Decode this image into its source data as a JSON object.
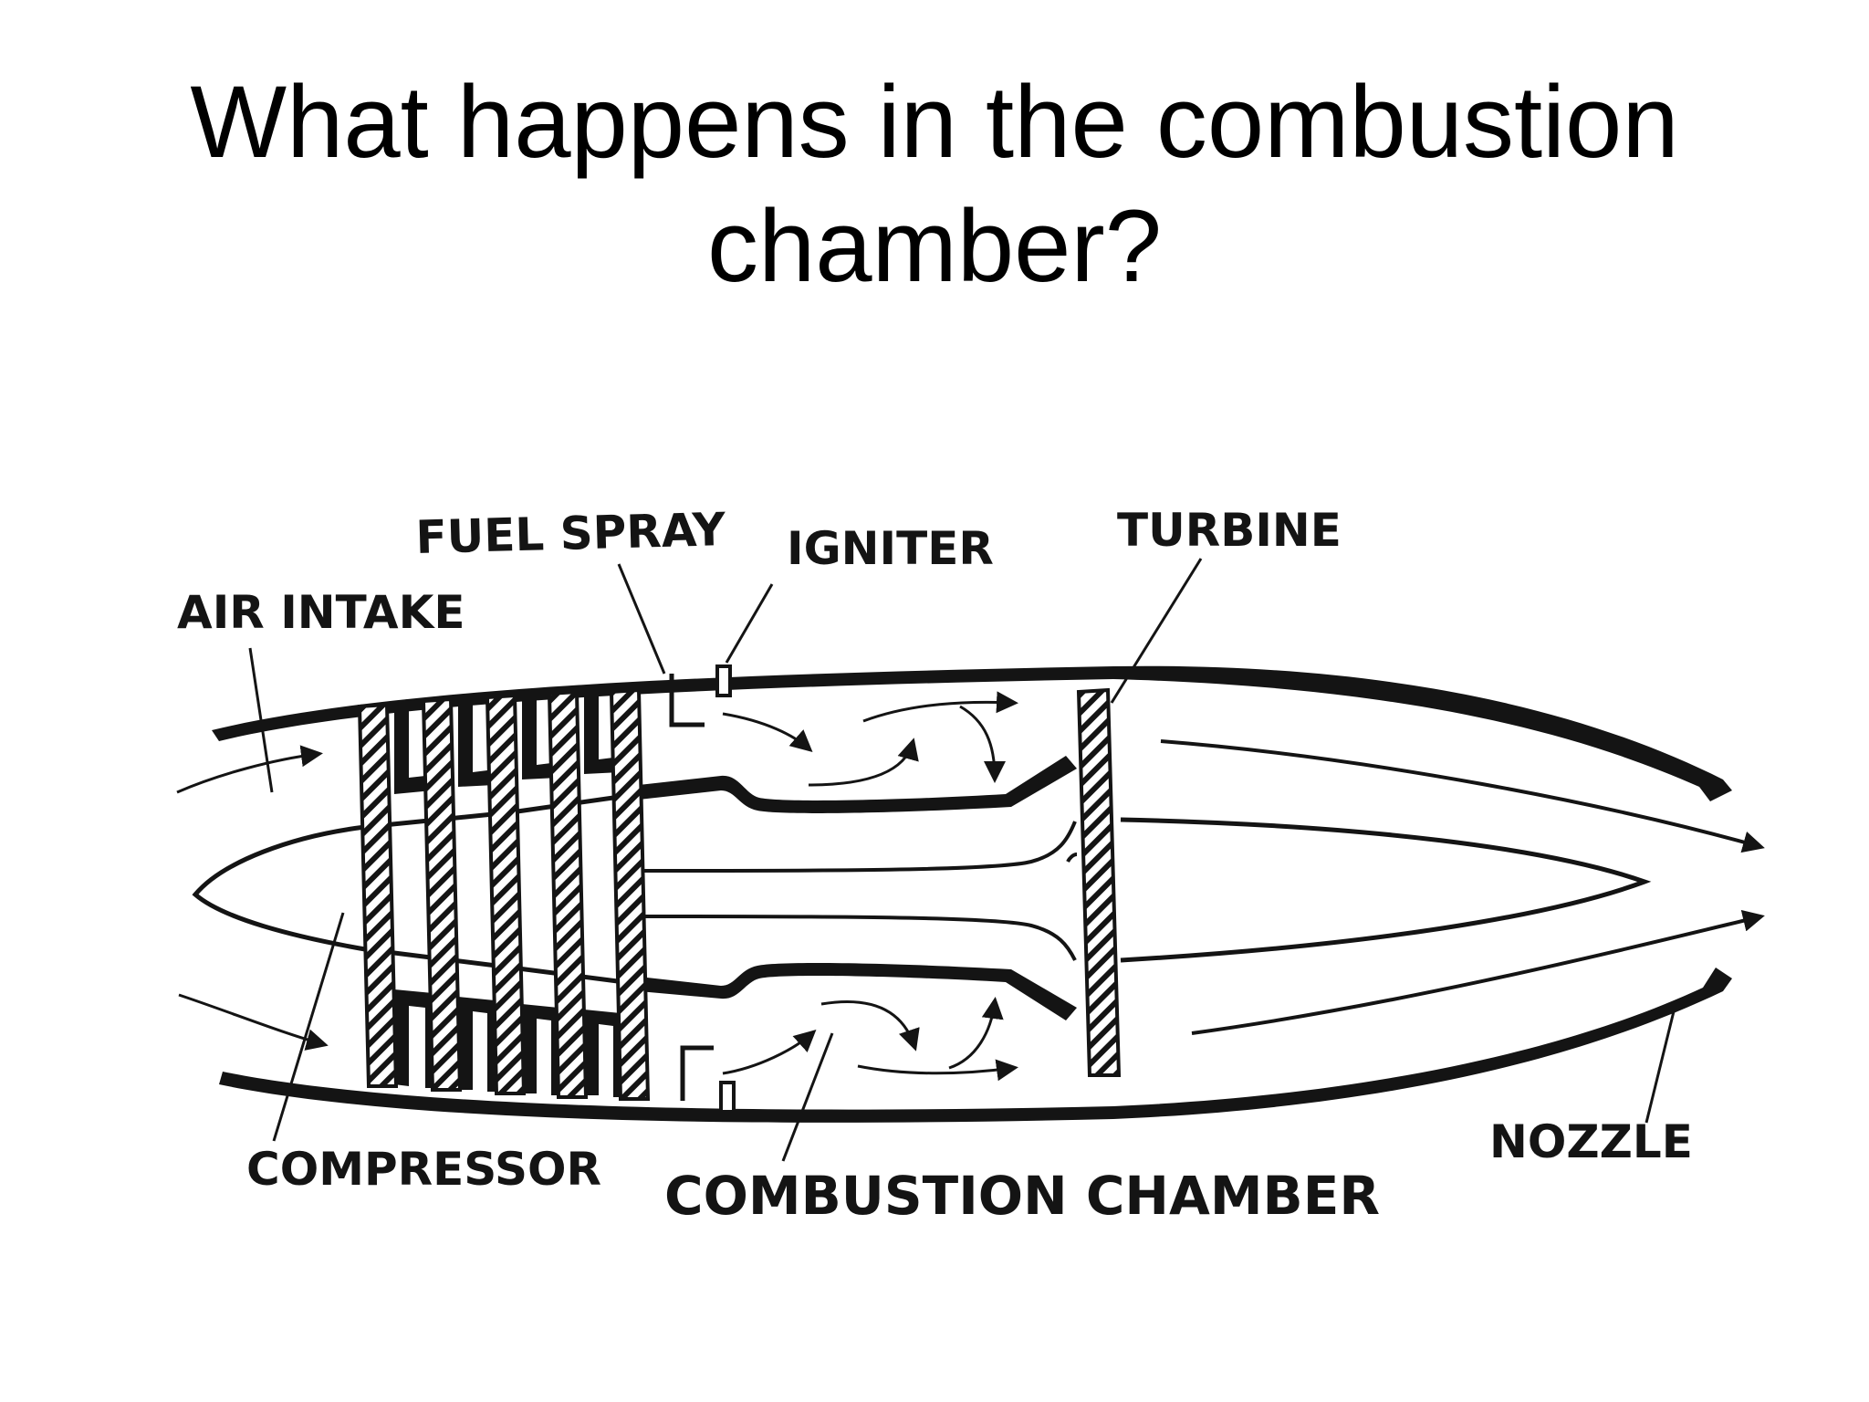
{
  "slide": {
    "title_line1": "What happens in the combustion",
    "title_line2": "chamber?"
  },
  "diagram": {
    "labels": {
      "fuel_spray": "FUEL SPRAY",
      "igniter": "IGNITER",
      "turbine": "TURBINE",
      "air_intake": "AIR INTAKE",
      "compressor": "COMPRESSOR",
      "combustion_chamber": "COMBUSTION CHAMBER",
      "nozzle": "NOZZLE"
    },
    "colors": {
      "ink": "#141414",
      "background": "#ffffff"
    }
  }
}
